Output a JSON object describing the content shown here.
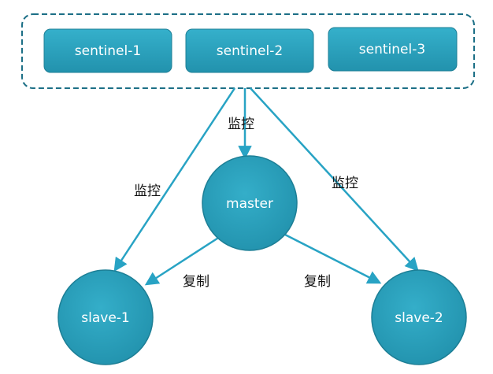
{
  "colors": {
    "node_fill": "#2aa0bb",
    "node_stroke": "#1d7f96",
    "edge": "#28a3c4",
    "group_border": "#1c6f86",
    "label_text": "#111111",
    "node_text": "#ffffff"
  },
  "sentinels": [
    {
      "label": "sentinel-1"
    },
    {
      "label": "sentinel-2"
    },
    {
      "label": "sentinel-3"
    }
  ],
  "nodes": {
    "master": "master",
    "slave1": "slave-1",
    "slave2": "slave-2"
  },
  "edge_labels": {
    "monitor_master": "监控",
    "monitor_slave1": "监控",
    "monitor_slave2": "监控",
    "replicate_slave1": "复制",
    "replicate_slave2": "复制"
  }
}
